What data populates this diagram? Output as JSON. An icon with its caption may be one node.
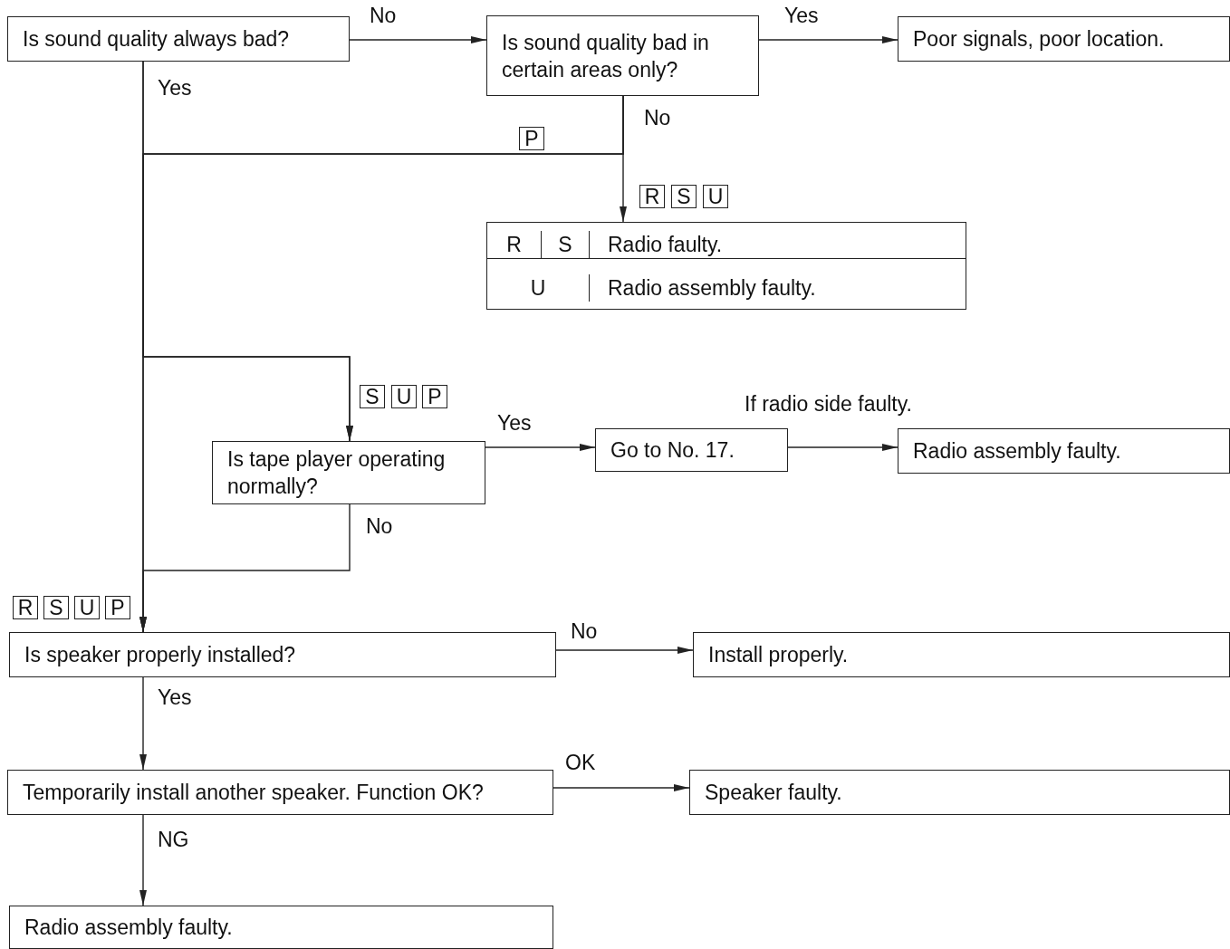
{
  "diagram": {
    "nodes": [
      {
        "text": [
          "Is sound quality always bad?"
        ]
      },
      {
        "text": [
          "Is sound quality bad in certain areas only?"
        ]
      },
      {
        "text": [
          "Poor signals, poor location."
        ]
      },
      {
        "text": [
          "R",
          "S",
          "Radio faulty.",
          "U",
          "Radio assembly faulty."
        ]
      },
      {
        "text": [
          "Is tape player operating normally?"
        ]
      },
      {
        "text": [
          "Go to No. 17."
        ]
      },
      {
        "text": [
          "Radio assembly faulty."
        ]
      },
      {
        "text": [
          "Is speaker properly installed?"
        ]
      },
      {
        "text": [
          "Install properly."
        ]
      },
      {
        "text": [
          "Temporarily install another speaker. Function OK?"
        ]
      },
      {
        "text": [
          "Speaker faulty."
        ]
      },
      {
        "text": [
          "Radio assembly faulty."
        ]
      }
    ],
    "edges": [
      {
        "from": 0,
        "to": 1,
        "arrow": "to",
        "label": "No"
      },
      {
        "from": 1,
        "to": 2,
        "arrow": "to",
        "label": "Yes"
      },
      {
        "from": 0,
        "to": 7,
        "arrow": "to",
        "label": "Yes"
      },
      {
        "from": 1,
        "to": 3,
        "arrow": "to",
        "label": "No"
      },
      {
        "from": 1,
        "to": 7,
        "arrow": "to"
      },
      {
        "from": 0,
        "to": 4,
        "arrow": "to"
      },
      {
        "from": 1,
        "to": 4,
        "arrow": "to"
      },
      {
        "from": 4,
        "to": 5,
        "arrow": "to",
        "label": "Yes"
      },
      {
        "from": 5,
        "to": 6,
        "arrow": "to",
        "label": "If radio side faulty."
      },
      {
        "from": 4,
        "to": 7,
        "arrow": "to",
        "label": "No"
      },
      {
        "from": 7,
        "to": 8,
        "arrow": "to",
        "label": "No"
      },
      {
        "from": 7,
        "to": 9,
        "arrow": "to",
        "label": "Yes"
      },
      {
        "from": 9,
        "to": 10,
        "arrow": "to",
        "label": "OK"
      },
      {
        "from": 9,
        "to": 11,
        "arrow": "to",
        "label": "NG"
      }
    ],
    "labels": [
      "P",
      "R",
      "S",
      "U",
      "S",
      "U",
      "P",
      "R",
      "S",
      "U",
      "P"
    ]
  }
}
